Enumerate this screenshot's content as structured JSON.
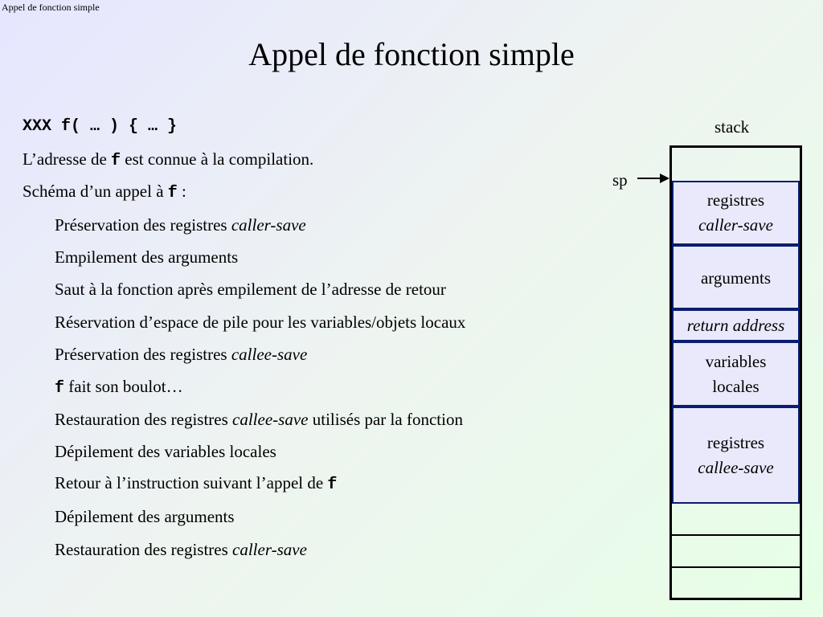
{
  "header": {
    "corner_title": "Appel de fonction simple",
    "title": "Appel de fonction simple"
  },
  "content": {
    "signature": "XXX f( … ) { … }",
    "line2": {
      "a": "L’adresse de ",
      "code": "f",
      "b": " est connue à la compilation."
    },
    "line3": {
      "a": "Schéma d’un appel à ",
      "code": "f",
      "b": " :"
    },
    "steps": {
      "s1": {
        "text": "Préservation des registres ",
        "em": "caller-save"
      },
      "s2": "Empilement des arguments",
      "s3": "Saut à la fonction après empilement de l’adresse de retour",
      "s4": "Réservation d’espace de pile pour les variables/objets locaux",
      "s5": {
        "text": "Préservation des registres ",
        "em": "callee-save"
      },
      "s6": {
        "code": "f",
        "text": " fait son boulot…"
      },
      "s7": {
        "text": "Restauration des registres ",
        "em": "callee-save",
        "tail": " utilisés par la fonction"
      },
      "s8": "Dépilement des variables locales",
      "s9": {
        "text": "Retour à l’instruction suivant l’appel de ",
        "code": "f"
      },
      "s10": "Dépilement des arguments",
      "s11": {
        "text": "Restauration des registres ",
        "em": "caller-save"
      }
    }
  },
  "diagram": {
    "stack_label": "stack",
    "sp_label": "sp",
    "cells": {
      "caller_save": {
        "line1": "registres",
        "line2": "caller-save"
      },
      "arguments": "arguments",
      "return_address": "return address",
      "locals": {
        "line1": "variables",
        "line2": "locales"
      },
      "callee_save": {
        "line1": "registres",
        "line2": "callee-save"
      }
    }
  }
}
